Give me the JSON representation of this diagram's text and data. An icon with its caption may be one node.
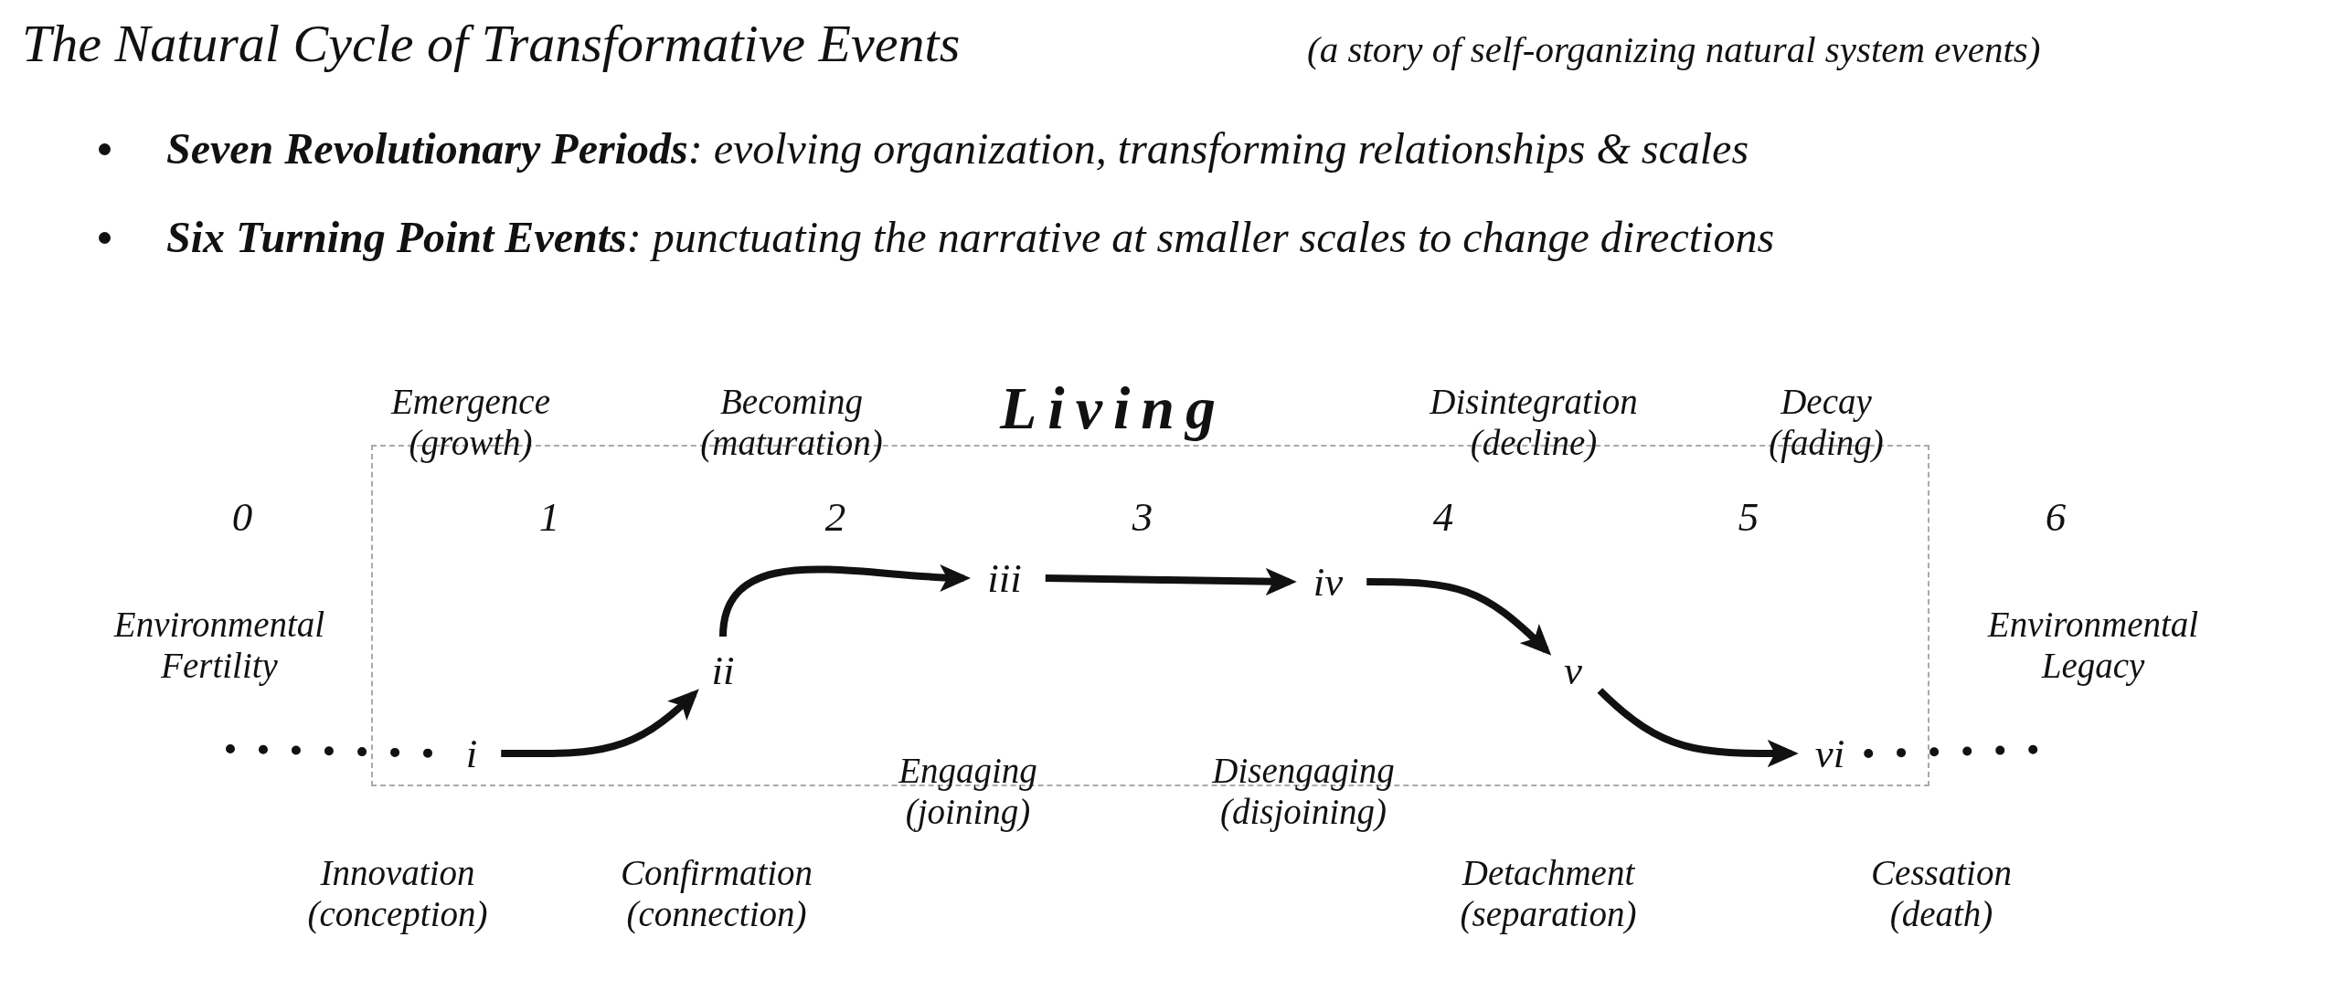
{
  "diagram": {
    "title": "The Natural Cycle of Transformative Events",
    "nodes": [
      {
        "text": [
          "Living"
        ]
      },
      {
        "text": [
          "i"
        ],
        "in": 0
      },
      {
        "text": [
          "ii"
        ],
        "in": 0
      },
      {
        "text": [
          "iii"
        ],
        "in": 0
      },
      {
        "text": [
          "iv"
        ],
        "in": 0
      },
      {
        "text": [
          "v"
        ],
        "in": 0
      },
      {
        "text": [
          "vi"
        ],
        "in": 0
      }
    ],
    "edges": [
      {
        "from": null,
        "to": 1,
        "arrow": "none",
        "style": "dashed"
      },
      {
        "from": 1,
        "to": 2,
        "arrow": "to"
      },
      {
        "from": 2,
        "to": 3,
        "arrow": "to"
      },
      {
        "from": 3,
        "to": 4,
        "arrow": "to"
      },
      {
        "from": 4,
        "to": 5,
        "arrow": "to"
      },
      {
        "from": 5,
        "to": 6,
        "arrow": "to"
      },
      {
        "from": 6,
        "to": null,
        "arrow": "none",
        "style": "dashed"
      }
    ],
    "labels": [
      "(a story of self-organizing natural system events)",
      "**Seven Revolutionary Periods**: evolving organization, transforming relationships & scales",
      "**Six Turning Point Events**:  punctuating the narrative at smaller scales to change directions",
      "Emergence (growth)",
      "Becoming (maturation)",
      "Disintegration (decline)",
      "Decay (fading)",
      "0",
      "1",
      "2",
      "3",
      "4",
      "5",
      "6",
      "Environmental Fertility",
      "Environmental Legacy",
      "Engaging (joining)",
      "Disengaging (disjoining)",
      "Innovation (conception)",
      "Confirmation (connection)",
      "Detachment (separation)",
      "Cessation (death)"
    ]
  }
}
